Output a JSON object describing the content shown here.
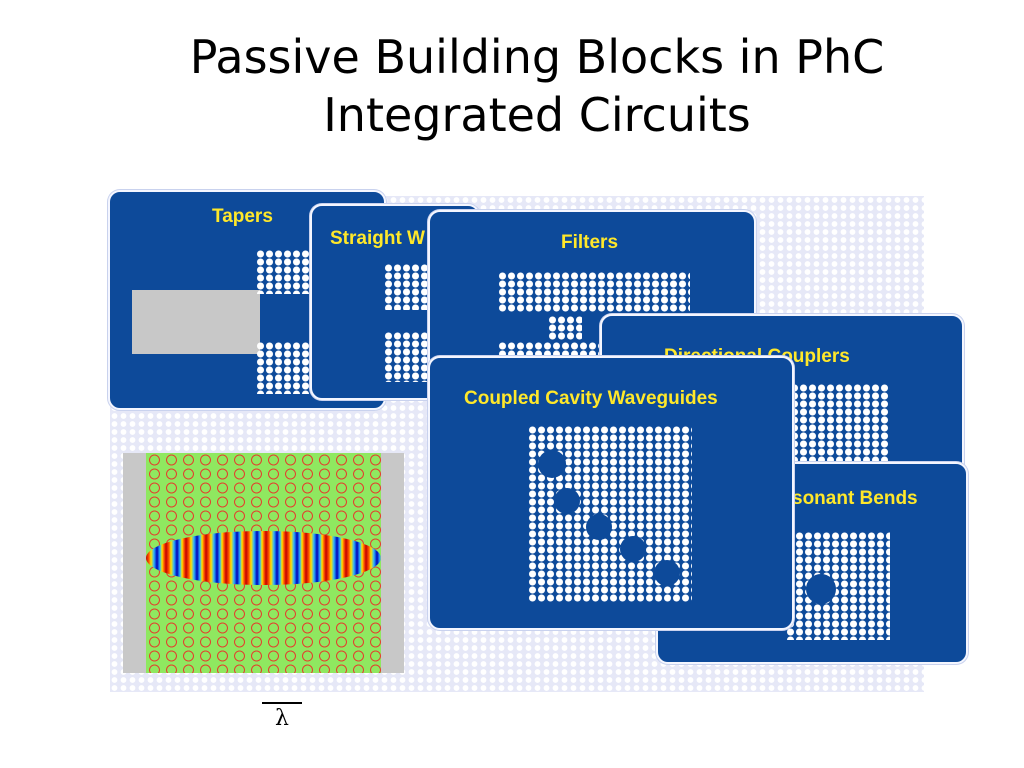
{
  "slide": {
    "title_line1": "Passive Building Blocks in PhC",
    "title_line2": "Integrated Circuits"
  },
  "cards": {
    "tapers": "Tapers",
    "straight": "Straight W",
    "filters": "Filters",
    "directional": "Directional Couplers",
    "coupled": "Coupled Cavity Waveguides",
    "bends": "sonant Bends"
  },
  "simulation": {
    "scale_label": "λ"
  },
  "colors": {
    "card_bg": "#0d4a9a",
    "card_title": "#ffe82a",
    "field_bg": "#8fe860"
  }
}
